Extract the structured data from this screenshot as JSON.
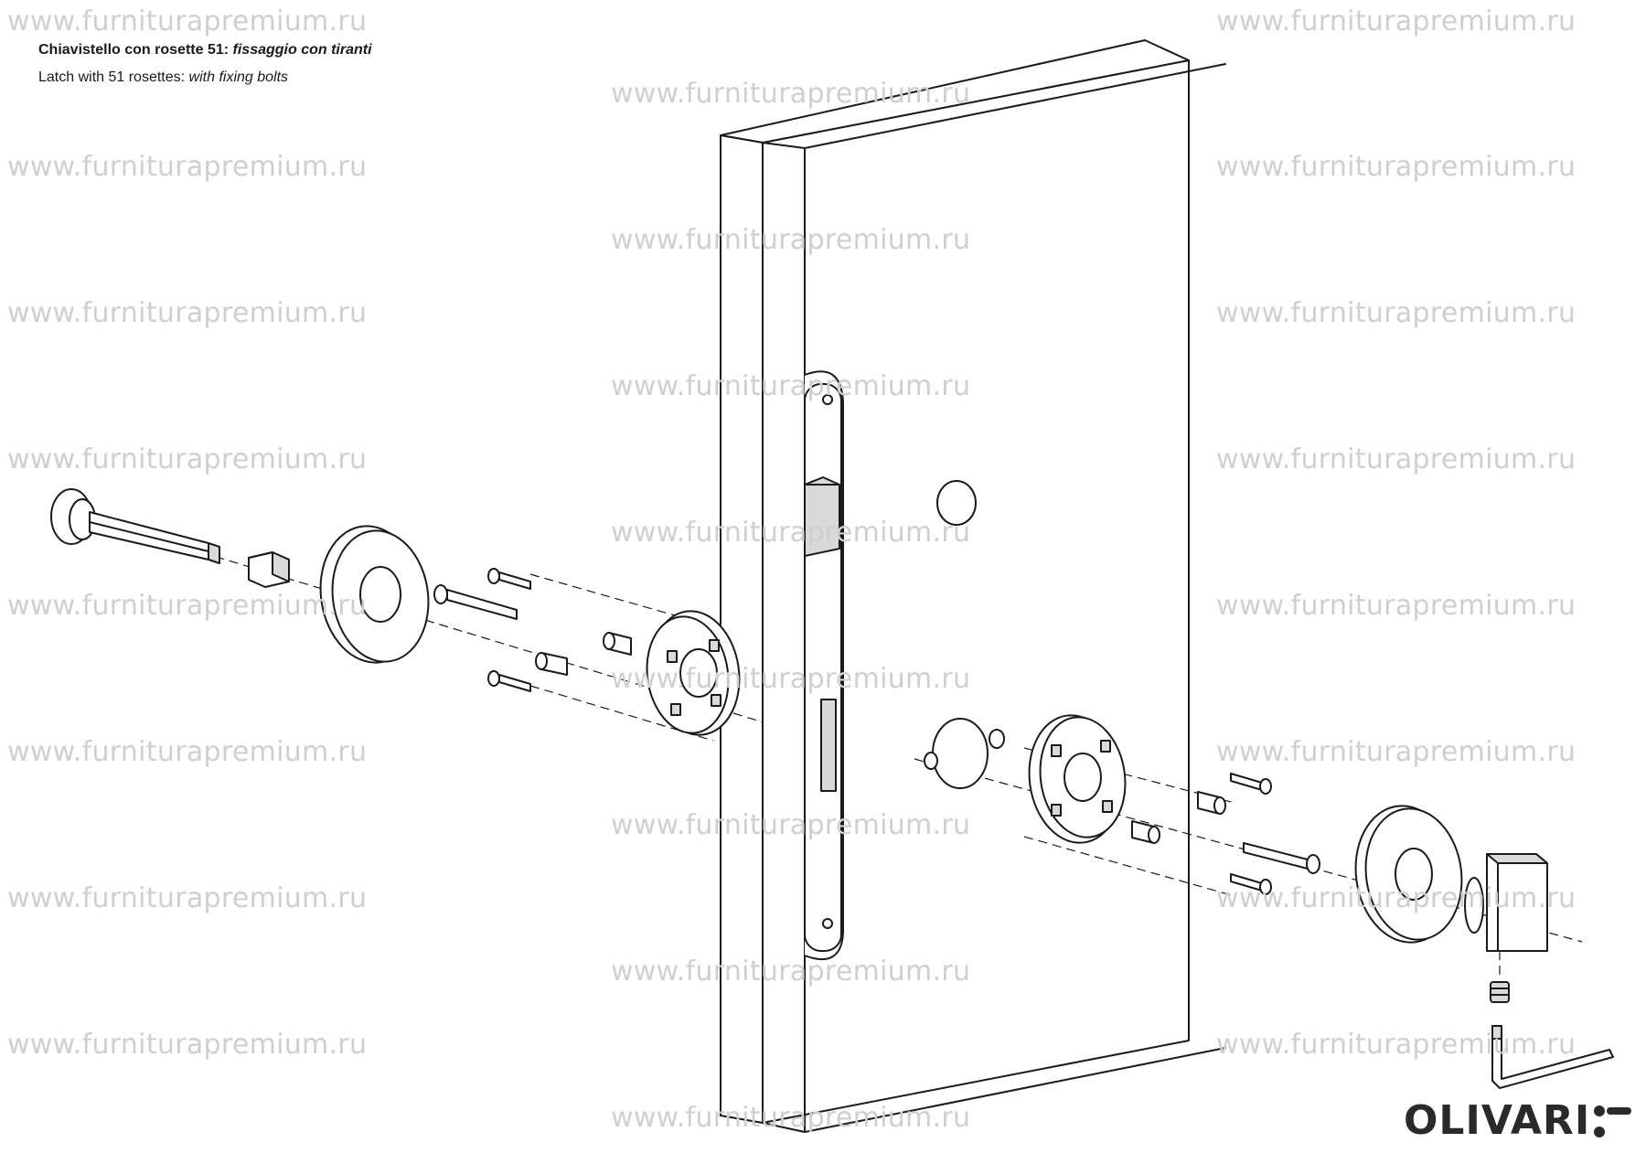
{
  "title": {
    "it_bold": "Chiavistello con rosette 51:",
    "it_italic": "fissaggio con tiranti",
    "en_regular": "Latch with 51 rosettes:",
    "en_italic": "with fixing bolts"
  },
  "watermark_text": "www.furniturapremium.ru",
  "brand": {
    "name": "OLIVARI",
    "logo_icon": "olivari-key-mark-icon"
  },
  "icons": {
    "door": "door-panel-icon",
    "mortise_lock": "mortise-latch-icon",
    "spindle": "spindle-with-rose-icon",
    "rosette": "rosette-cover-icon",
    "base_plate": "rosette-base-plate-icon",
    "screw": "screw-icon",
    "bolt": "fixing-bolt-icon",
    "spacer": "bolt-spacer-icon",
    "knob": "thumb-turn-knob-icon",
    "grub_screw": "grub-screw-icon",
    "allen_key": "allen-key-icon"
  },
  "colors": {
    "line": "#1a1a1a",
    "fill": "#ffffff",
    "shade": "#d9d9d9",
    "watermark": "#cfcfcf",
    "brand": "#2a2a2a"
  }
}
